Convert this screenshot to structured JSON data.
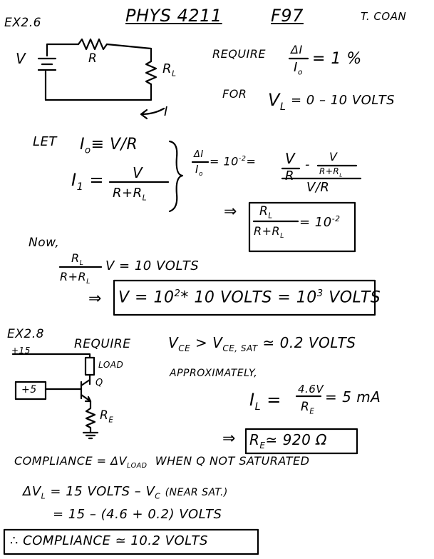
{
  "header": {
    "ex_label": "EX2.6",
    "course": "PHYS 4211",
    "term": "F97",
    "author": "T. COAN"
  },
  "ex26": {
    "circuit": {
      "source_label": "V",
      "resistor_label": "R",
      "load_label": "R",
      "load_sub": "L",
      "current_label": "I"
    },
    "require_word": "REQUIRE",
    "require_lhs_num": "ΔI",
    "require_lhs_den": "I",
    "require_lhs_den_sub": "o",
    "require_rhs": "= 1 %",
    "for_word": "FOR",
    "for_var": "V",
    "for_var_sub": "L",
    "for_range": "= 0 – 10 VOLTS",
    "let_word": "LET",
    "let_eq1": "I",
    "let_eq1_sub": "o",
    "let_eq1_rhs": "≡ V/R",
    "i1_lhs": "I",
    "i1_sub": "1",
    "i1_num": "V",
    "i1_den": "R+R",
    "i1_den_sub": "L",
    "frac_num": "ΔI",
    "frac_den": "I",
    "frac_den_sub": "o",
    "frac_eq": "= 10",
    "frac_eq_exp": "-2",
    "frac_eq2": "=",
    "frac_v_over_r_num": "V",
    "frac_v_over_r_den": "R",
    "minus": "-",
    "frac_v_over_rrl_num": "V",
    "frac_v_over_rrl_den": "R+R",
    "frac_v_over_rrl_den_sub": "L",
    "big_den": "V/R",
    "implies": "⇒",
    "boxed_num": "R",
    "boxed_num_sub": "L",
    "boxed_den": "R+R",
    "boxed_den_sub": "L",
    "boxed_rhs": "= 10",
    "boxed_rhs_exp": "-2",
    "now_word": "Now,",
    "now_num": "R",
    "now_num_sub": "L",
    "now_den": "R+R",
    "now_den_sub": "L",
    "now_rhs": "V = 10 VOLTS",
    "result_arrow": "⇒",
    "result_text_a": "V = 10",
    "result_exp_a": "2",
    "result_text_b": "* 10 VOLTS = 10",
    "result_exp_b": "3",
    "result_text_c": "VOLTS"
  },
  "ex28": {
    "ex_label": "EX2.8",
    "supply_label": "+15",
    "input_label": "+5",
    "load_label": "LOAD",
    "q_label": "Q",
    "re_label": "R",
    "re_sub": "E",
    "require_word": "REQUIRE",
    "require_eq_a": "V",
    "require_eq_a_sub": "CE",
    "require_eq_b": "> V",
    "require_eq_b_sub": "CE, SAT",
    "require_eq_c": "≃ 0.2 VOLTS",
    "approx_word": "APPROXIMATELY,",
    "il_lhs": "I",
    "il_sub": "L",
    "il_eq": "=",
    "il_num": "4.6V",
    "il_den": "R",
    "il_den_sub": "E",
    "il_rhs": "= 5 mA",
    "re_arrow": "⇒",
    "re_result": "R",
    "re_result_sub": "E",
    "re_result_rhs": "≃ 920 Ω",
    "compliance_line": "COMPLIANCE = ΔV",
    "compliance_sub": "LOAD",
    "compliance_tail": "WHEN   Q   NOT  SATURATED",
    "dvl_lhs": "ΔV",
    "dvl_sub": "L",
    "dvl_rhs_a": "= 15 VOLTS  –  V",
    "dvl_rhs_sub": "C",
    "dvl_rhs_b": "(NEAR SAT.)",
    "dvl_line2": "= 15  –  (4.6 + 0.2)  VOLTS",
    "final": "∴ COMPLIANCE ≃ 10.2  VOLTS"
  }
}
